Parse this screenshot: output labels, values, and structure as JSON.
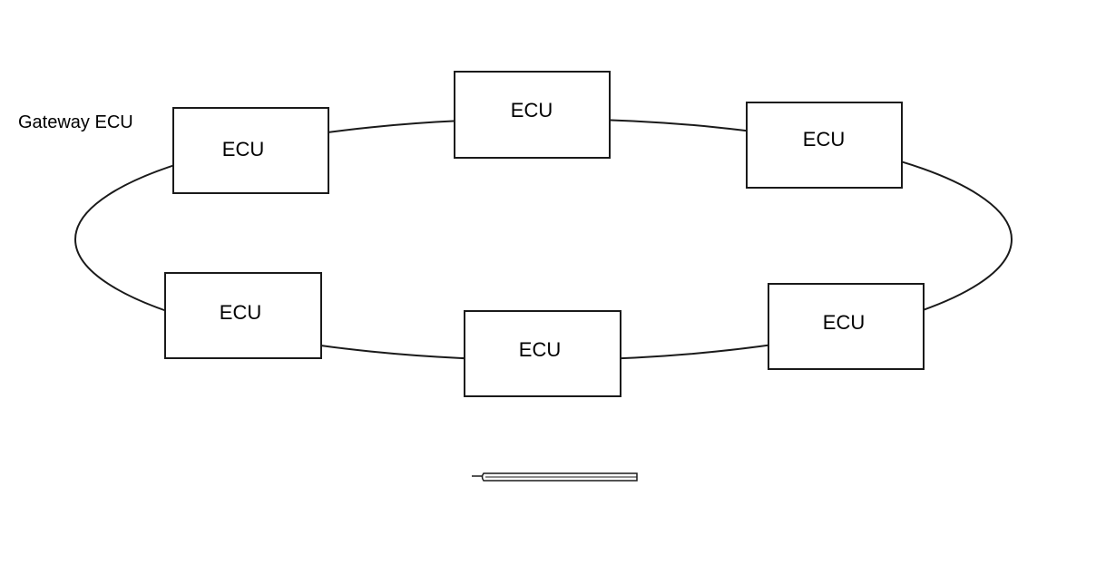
{
  "gateway_label": "Gateway ECU",
  "nodes": [
    {
      "id": "ecu-gateway",
      "label": "ECU"
    },
    {
      "id": "ecu-top-center",
      "label": "ECU"
    },
    {
      "id": "ecu-top-right",
      "label": "ECU"
    },
    {
      "id": "ecu-bottom-right",
      "label": "ECU"
    },
    {
      "id": "ecu-bottom-center",
      "label": "ECU"
    },
    {
      "id": "ecu-bottom-left",
      "label": "ECU"
    }
  ],
  "topology": "ring"
}
